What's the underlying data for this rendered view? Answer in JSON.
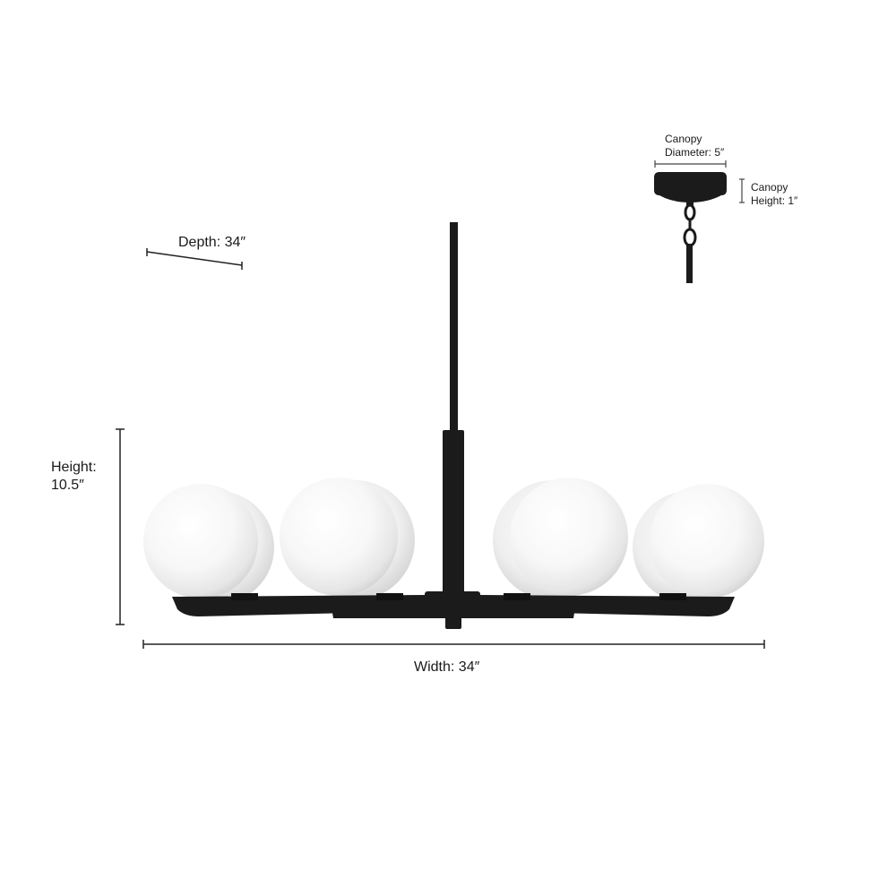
{
  "labels": {
    "depth": "Depth: 34″",
    "height_line1": "Height:",
    "height_line2": "10.5″",
    "width": "Width: 34″",
    "canopy_diameter_line1": "Canopy",
    "canopy_diameter_line2": "Diameter: 5″",
    "canopy_height_line1": "Canopy",
    "canopy_height_line2": "Height: 1″"
  },
  "colors": {
    "fixture": "#1b1b1b",
    "dimension_line": "#222222",
    "globe_highlight": "#ffffff",
    "globe_shade": "#d4d4d4"
  }
}
